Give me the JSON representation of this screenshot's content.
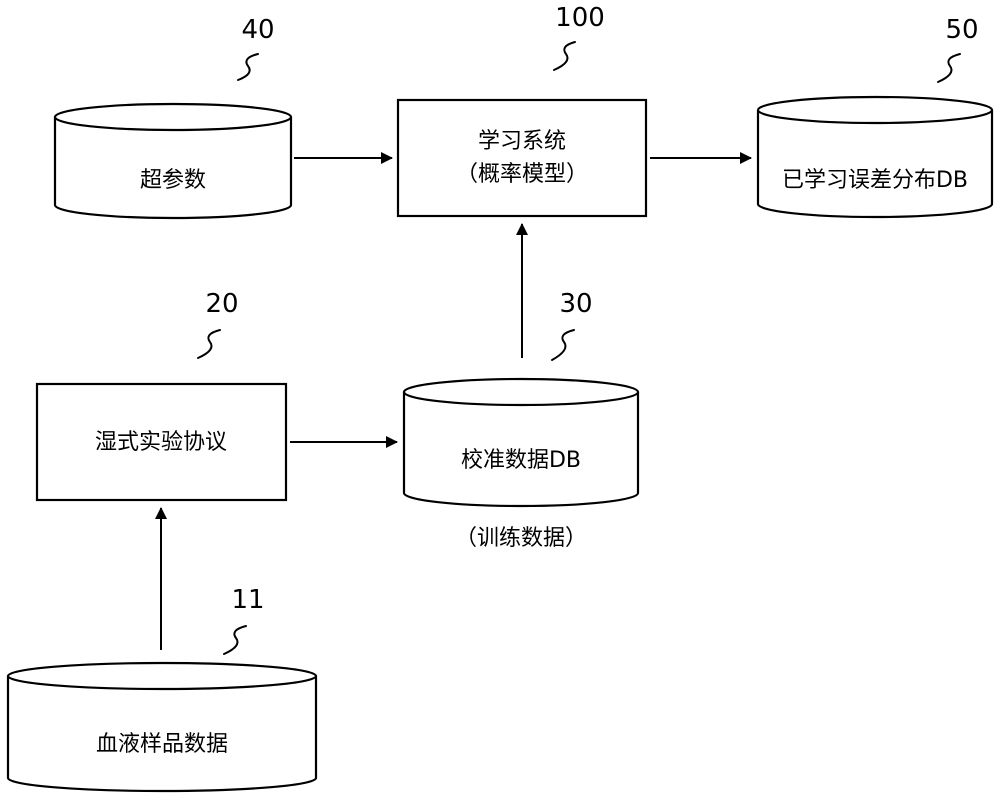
{
  "nodes": {
    "hyperparameters": {
      "label": "超参数",
      "ref": "40"
    },
    "learning_system": {
      "label_line1": "学习系统",
      "label_line2": "（概率模型）",
      "ref": "100"
    },
    "learned_error_db": {
      "label": "已学习误差分布DB",
      "ref": "50"
    },
    "wet_protocol": {
      "label": "湿式实验协议",
      "ref": "20"
    },
    "calibration_db": {
      "label": "校准数据DB",
      "caption": "（训练数据）",
      "ref": "30"
    },
    "blood_sample": {
      "label": "血液样品数据",
      "ref": "11"
    }
  }
}
